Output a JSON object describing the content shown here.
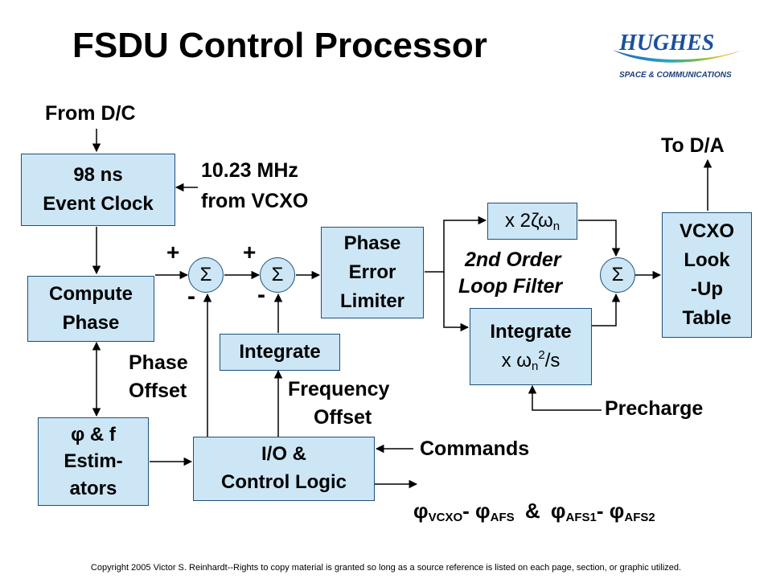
{
  "title": "FSDU Control Processor",
  "logo": {
    "brand": "HUGHES",
    "tagline": "SPACE & COMMUNICATIONS"
  },
  "boxes": {
    "event_clock": {
      "line1": "98 ns",
      "line2": "Event Clock"
    },
    "compute_phase": {
      "line1": "Compute",
      "line2": "Phase"
    },
    "estimators": {
      "line1": "φ & f",
      "line2": "Estim-",
      "line3": "ators"
    },
    "io_control": {
      "line1": "I/O &",
      "line2": "Control Logic"
    },
    "integrate_mid": {
      "line1": "Integrate"
    },
    "phase_error_limiter": {
      "line1": "Phase",
      "line2": "Error",
      "line3": "Limiter"
    },
    "gain": {
      "prefix": "x 2ζω",
      "sub": "n"
    },
    "integrate_right": {
      "line1": "Integrate",
      "prefix": "x ω",
      "sub": "n",
      "sup": "2",
      "suffix": "/s"
    },
    "vcxo_table": {
      "line1": "VCXO",
      "line2": "Look",
      "line3": "-Up",
      "line4": "Table"
    }
  },
  "sum_symbol": "Σ",
  "signs": {
    "plus": "+",
    "minus": "-"
  },
  "labels": {
    "from_dc": "From D/C",
    "to_da": "To D/A",
    "vcxo_line1": "10.23 MHz",
    "vcxo_line2": "from VCXO",
    "phase_offset_line1": "Phase",
    "phase_offset_line2": "Offset",
    "freq_offset_line1": "Frequency",
    "freq_offset_line2": "Offset",
    "loop_filter_line1": "2nd Order",
    "loop_filter_line2": "Loop Filter",
    "precharge": "Precharge",
    "commands": "Commands"
  },
  "output_formula": {
    "phi": "φ",
    "t1": "VCXO",
    "t2": "AFS",
    "amp": "&",
    "t3": "AFS1",
    "t4": "AFS2",
    "dash": "-"
  },
  "copyright": "Copyright 2005 Victor S. Reinhardt--Rights to copy material is granted so long as a source reference is listed on each page, section, or graphic utilized."
}
